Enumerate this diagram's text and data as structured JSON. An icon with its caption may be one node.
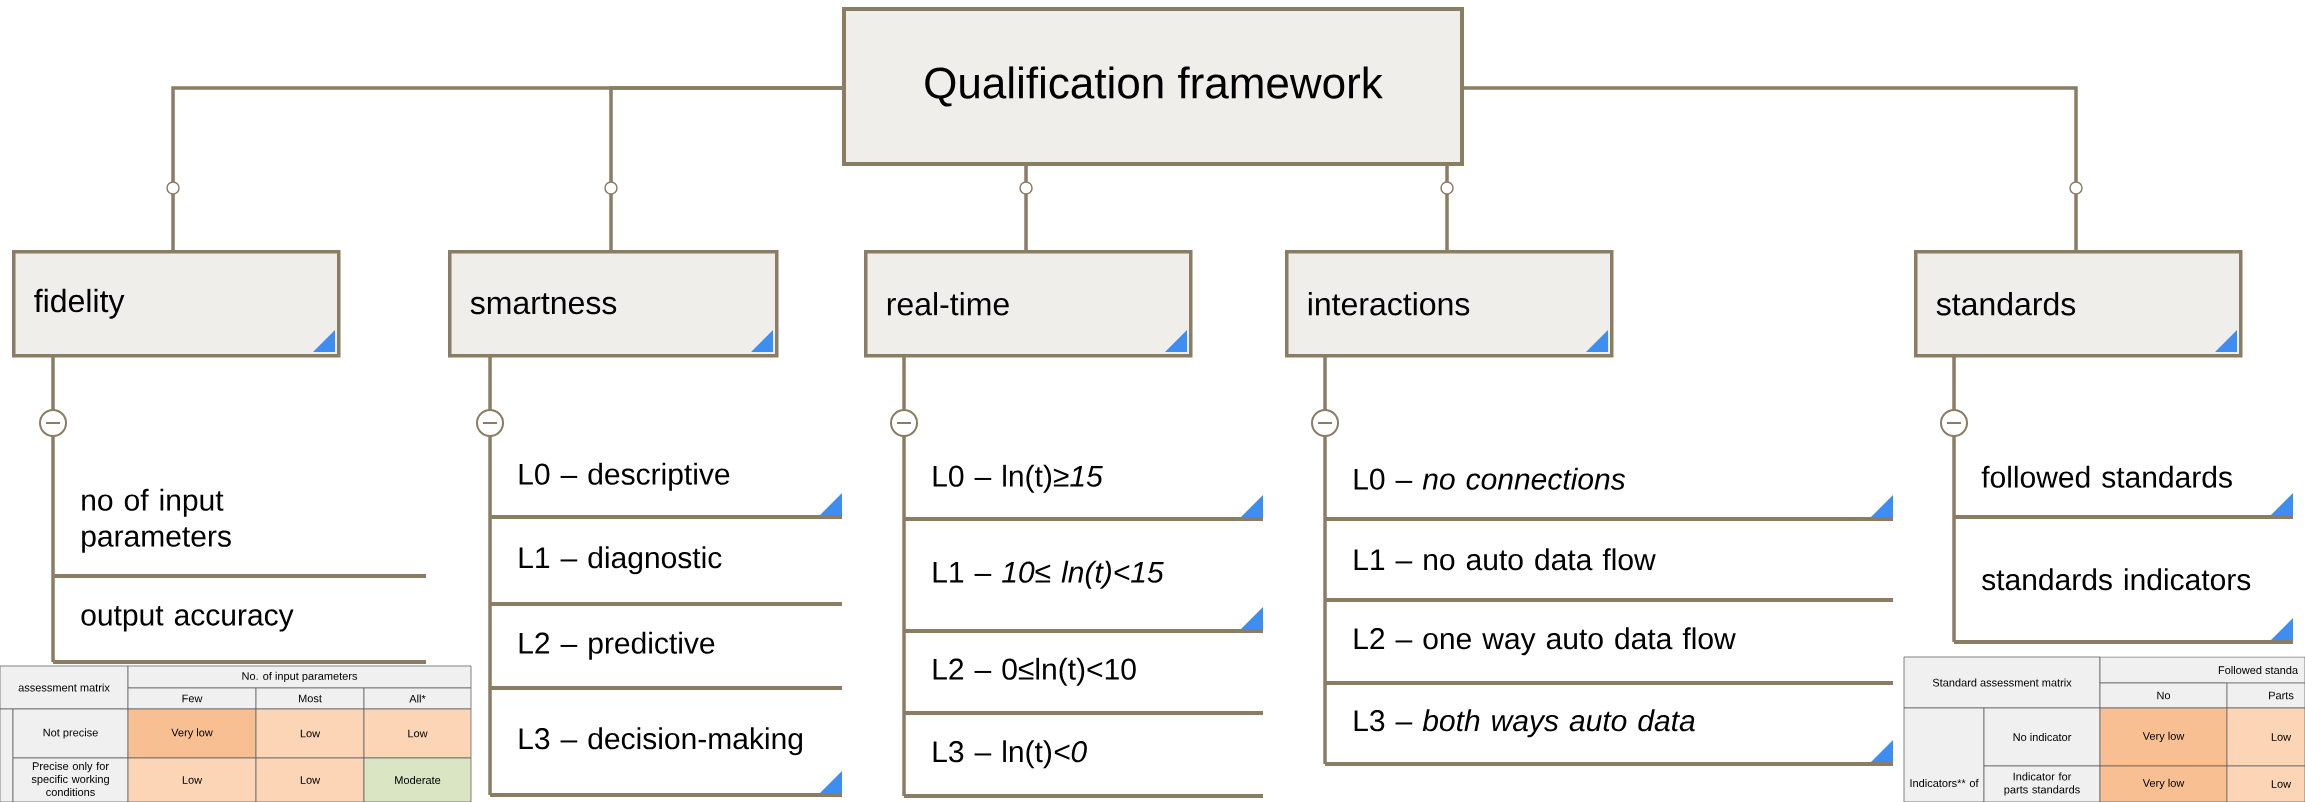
{
  "diagram": {
    "nodes": [
      {
        "text": [
          "Qualification framework"
        ]
      },
      {
        "text": [
          "fidelity"
        ]
      },
      {
        "text": [
          "smartness"
        ]
      },
      {
        "text": [
          "real-time"
        ]
      },
      {
        "text": [
          "interactions"
        ]
      },
      {
        "text": [
          "standards"
        ]
      },
      {
        "text": [
          "no of input parameters"
        ]
      },
      {
        "text": [
          "output accuracy"
        ]
      },
      {
        "text": [
          "L0 – descriptive"
        ]
      },
      {
        "text": [
          "L1 – diagnostic"
        ]
      },
      {
        "text": [
          "L2 – predictive"
        ]
      },
      {
        "text": [
          "L3 – decision-making"
        ]
      },
      {
        "text": [
          "L0 – ln(t)*≥15*"
        ]
      },
      {
        "text": [
          "L1 – *10≤ ln(t)<15*"
        ]
      },
      {
        "text": [
          "L2 – 0≤ln(t)<10"
        ]
      },
      {
        "text": [
          "L3 – ln(t)*<0*"
        ]
      },
      {
        "text": [
          "L0 – *no connections*"
        ]
      },
      {
        "text": [
          "L1 – no auto data flow"
        ]
      },
      {
        "text": [
          "L2 – one way auto data flow"
        ]
      },
      {
        "text": [
          "L3 – *both ways auto data*"
        ]
      },
      {
        "text": [
          "followed standards"
        ]
      },
      {
        "text": [
          "standards indicators"
        ]
      }
    ],
    "edges": [
      {
        "from": 0,
        "to": 1,
        "arrow": "none"
      },
      {
        "from": 0,
        "to": 2,
        "arrow": "none"
      },
      {
        "from": 0,
        "to": 3,
        "arrow": "none"
      },
      {
        "from": 0,
        "to": 4,
        "arrow": "none"
      },
      {
        "from": 0,
        "to": 5,
        "arrow": "none"
      },
      {
        "from": 1,
        "to": 6,
        "arrow": "none"
      },
      {
        "from": 1,
        "to": 7,
        "arrow": "none"
      },
      {
        "from": 2,
        "to": 8,
        "arrow": "none"
      },
      {
        "from": 2,
        "to": 9,
        "arrow": "none"
      },
      {
        "from": 2,
        "to": 10,
        "arrow": "none"
      },
      {
        "from": 2,
        "to": 11,
        "arrow": "none"
      },
      {
        "from": 3,
        "to": 12,
        "arrow": "none"
      },
      {
        "from": 3,
        "to": 13,
        "arrow": "none"
      },
      {
        "from": 3,
        "to": 14,
        "arrow": "none"
      },
      {
        "from": 3,
        "to": 15,
        "arrow": "none"
      },
      {
        "from": 4,
        "to": 16,
        "arrow": "none"
      },
      {
        "from": 4,
        "to": 17,
        "arrow": "none"
      },
      {
        "from": 4,
        "to": 18,
        "arrow": "none"
      },
      {
        "from": 4,
        "to": 19,
        "arrow": "none"
      },
      {
        "from": 5,
        "to": 20,
        "arrow": "none"
      },
      {
        "from": 5,
        "to": 21,
        "arrow": "none"
      }
    ],
    "labels": [
      "assessment matrix",
      "No. of input parameters",
      "Few",
      "Most",
      "All*",
      "Not precise",
      "Very low",
      "Low",
      "Low",
      "Precise only for specific working conditions",
      "Low",
      "Low",
      "Moderate",
      "Standard assessment matrix",
      "Followed standa",
      "No",
      "Parts",
      "Indicators** of",
      "No indicator",
      "Very low",
      "Low",
      "Indicator for parts standards",
      "Very low",
      "Low"
    ]
  }
}
